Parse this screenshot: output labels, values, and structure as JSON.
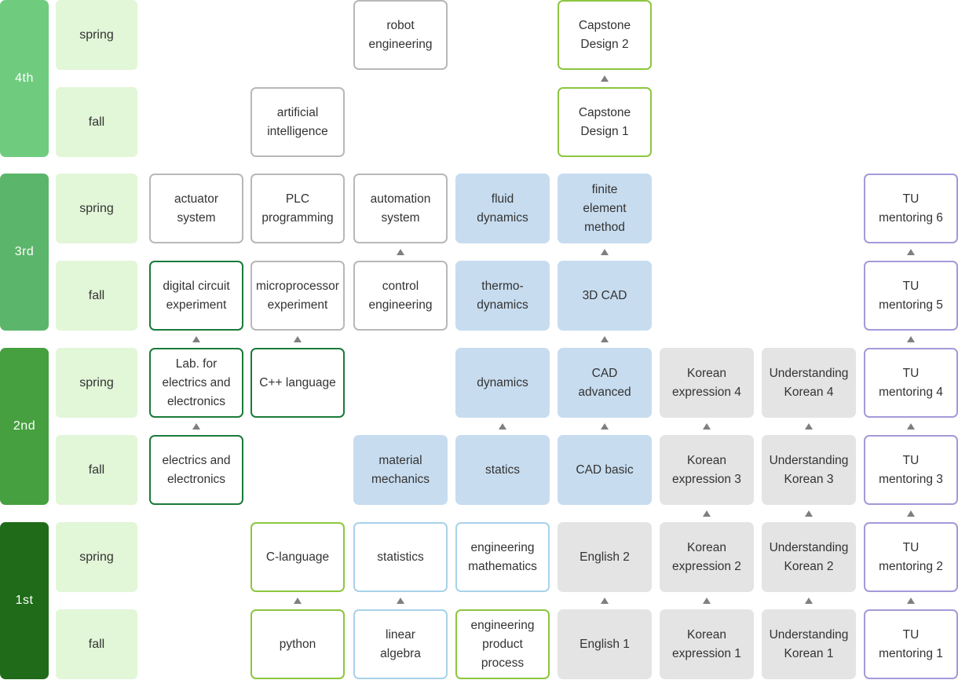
{
  "years": [
    {
      "label": "4th",
      "color": "#6fcc7f"
    },
    {
      "label": "3rd",
      "color": "#5bb56a"
    },
    {
      "label": "2nd",
      "color": "#46a03f"
    },
    {
      "label": "1st",
      "color": "#1f6b19"
    }
  ],
  "semesters": [
    "spring",
    "fall",
    "spring",
    "fall",
    "spring",
    "fall",
    "spring",
    "fall"
  ],
  "courses": [
    {
      "text": "robot\nengineering",
      "style": "gray"
    },
    {
      "text": "Capstone\nDesign 2",
      "style": "lime"
    },
    {
      "text": "artificial\nintelligence",
      "style": "gray"
    },
    {
      "text": "Capstone\nDesign 1",
      "style": "lime"
    },
    {
      "text": "actuator\nsystem",
      "style": "gray"
    },
    {
      "text": "PLC\nprogramming",
      "style": "gray"
    },
    {
      "text": "automation\nsystem",
      "style": "gray"
    },
    {
      "text": "fluid\ndynamics",
      "style": "blue"
    },
    {
      "text": "finite\nelement\nmethod",
      "style": "blue"
    },
    {
      "text": "TU\nmentoring 6",
      "style": "purple"
    },
    {
      "text": "digital circuit\nexperiment",
      "style": "dgreen"
    },
    {
      "text": "microprocessor\nexperiment",
      "style": "gray"
    },
    {
      "text": "control\nengineering",
      "style": "gray"
    },
    {
      "text": "thermo-\ndynamics",
      "style": "blue"
    },
    {
      "text": "3D CAD",
      "style": "blue"
    },
    {
      "text": "TU\nmentoring 5",
      "style": "purple"
    },
    {
      "text": "Lab. for\nelectrics and\nelectronics",
      "style": "dgreen"
    },
    {
      "text": "C++ language",
      "style": "dgreen"
    },
    {
      "text": "dynamics",
      "style": "blue"
    },
    {
      "text": "CAD\nadvanced",
      "style": "blue"
    },
    {
      "text": "Korean\nexpression 4",
      "style": "lgray"
    },
    {
      "text": "Understanding\nKorean 4",
      "style": "lgray"
    },
    {
      "text": "TU\nmentoring 4",
      "style": "purple"
    },
    {
      "text": "electrics and\nelectronics",
      "style": "dgreen"
    },
    {
      "text": "material\nmechanics",
      "style": "blue"
    },
    {
      "text": "statics",
      "style": "blue"
    },
    {
      "text": "CAD basic",
      "style": "blue"
    },
    {
      "text": "Korean\nexpression 3",
      "style": "lgray"
    },
    {
      "text": "Understanding\nKorean 3",
      "style": "lgray"
    },
    {
      "text": "TU\nmentoring 3",
      "style": "purple"
    },
    {
      "text": "C-language",
      "style": "lime"
    },
    {
      "text": "statistics",
      "style": "lblue"
    },
    {
      "text": "engineering\nmathematics",
      "style": "lblue"
    },
    {
      "text": "English 2",
      "style": "lgray"
    },
    {
      "text": "Korean\nexpression 2",
      "style": "lgray"
    },
    {
      "text": "Understanding\nKorean 2",
      "style": "lgray"
    },
    {
      "text": "TU\nmentoring 2",
      "style": "purple"
    },
    {
      "text": "python",
      "style": "lime"
    },
    {
      "text": "linear\nalgebra",
      "style": "lblue"
    },
    {
      "text": "engineering\nproduct\nprocess",
      "style": "lime"
    },
    {
      "text": "English 1",
      "style": "lgray"
    },
    {
      "text": "Korean\nexpression 1",
      "style": "lgray"
    },
    {
      "text": "Understanding\nKorean 1",
      "style": "lgray"
    },
    {
      "text": "TU\nmentoring 1",
      "style": "purple"
    }
  ],
  "arrow_color": "#7f7f7f"
}
